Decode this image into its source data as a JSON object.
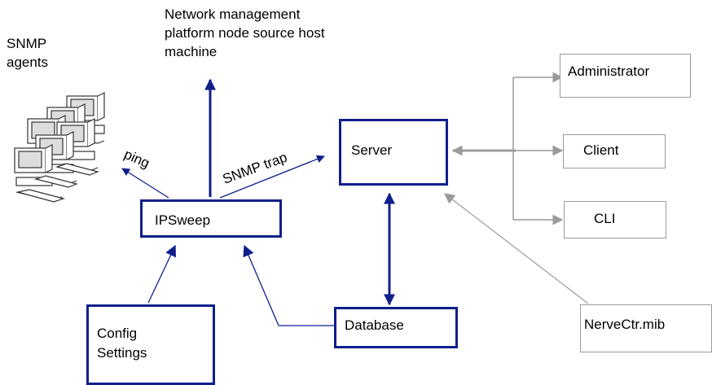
{
  "colors": {
    "primary_edge": "#0f1f8c",
    "secondary_edge": "#9a9a9a",
    "background": "#ffffff"
  },
  "labels": {
    "snmp_agents": "SNMP\nagents",
    "network_mgmt": "Network management\nplatform node source host\nmachine",
    "ping": "ping",
    "snmp_trap": "SNMP trap"
  },
  "nodes": {
    "server": "Server",
    "ipsweep": "IPSweep",
    "database": "Database",
    "config_settings": "Config\nSettings",
    "administrator": "Administrator",
    "client": "Client",
    "cli": "CLI",
    "nervectr_mib": "NerveCtr.mib"
  },
  "icons": {
    "snmp_agents": "computer-cluster-icon"
  }
}
